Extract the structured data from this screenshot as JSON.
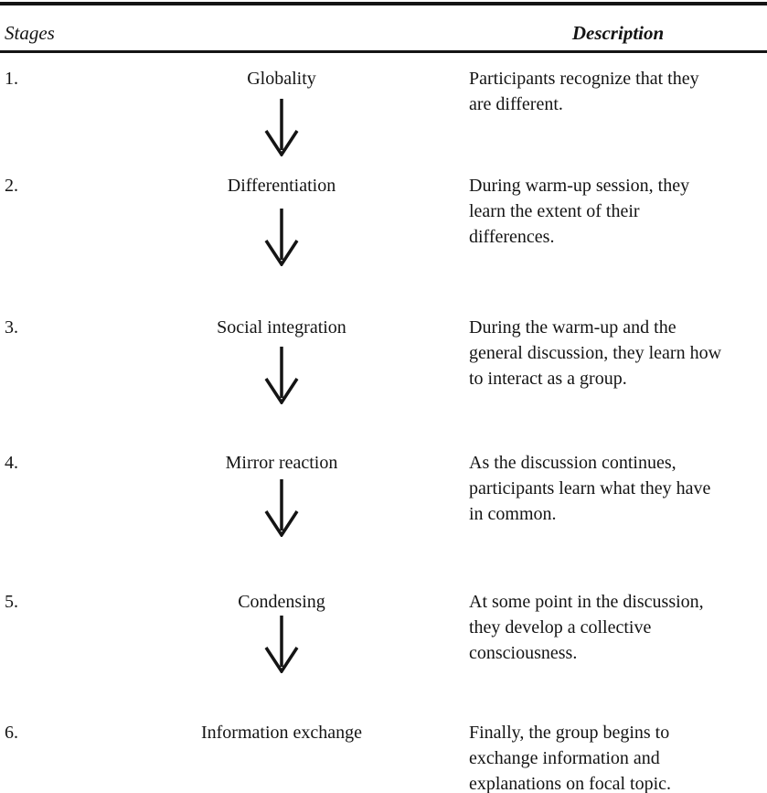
{
  "table": {
    "header": {
      "stages": "Stages",
      "description": "Description"
    },
    "rows": [
      {
        "number": "1.",
        "stage": "Globality",
        "description": "Participants recognize that they\nare different."
      },
      {
        "number": "2.",
        "stage": "Differentiation",
        "description": "During warm-up session, they\nlearn the extent of their\ndifferences."
      },
      {
        "number": "3.",
        "stage": "Social integration",
        "description": "During the warm-up and the\ngeneral discussion, they learn how\nto interact as a group."
      },
      {
        "number": "4.",
        "stage": "Mirror reaction",
        "description": "As the discussion continues,\nparticipants learn what they have\nin common."
      },
      {
        "number": "5.",
        "stage": "Condensing",
        "description": "At some point in the discussion,\nthey develop a collective\nconsciousness."
      },
      {
        "number": "6.",
        "stage": "Information exchange",
        "description": "Finally, the group begins to\nexchange information and\nexplanations on focal topic."
      }
    ]
  },
  "icons": {
    "down_arrow": "↓"
  },
  "colors": {
    "text": "#141414",
    "rule": "#141414",
    "background": "#ffffff"
  }
}
